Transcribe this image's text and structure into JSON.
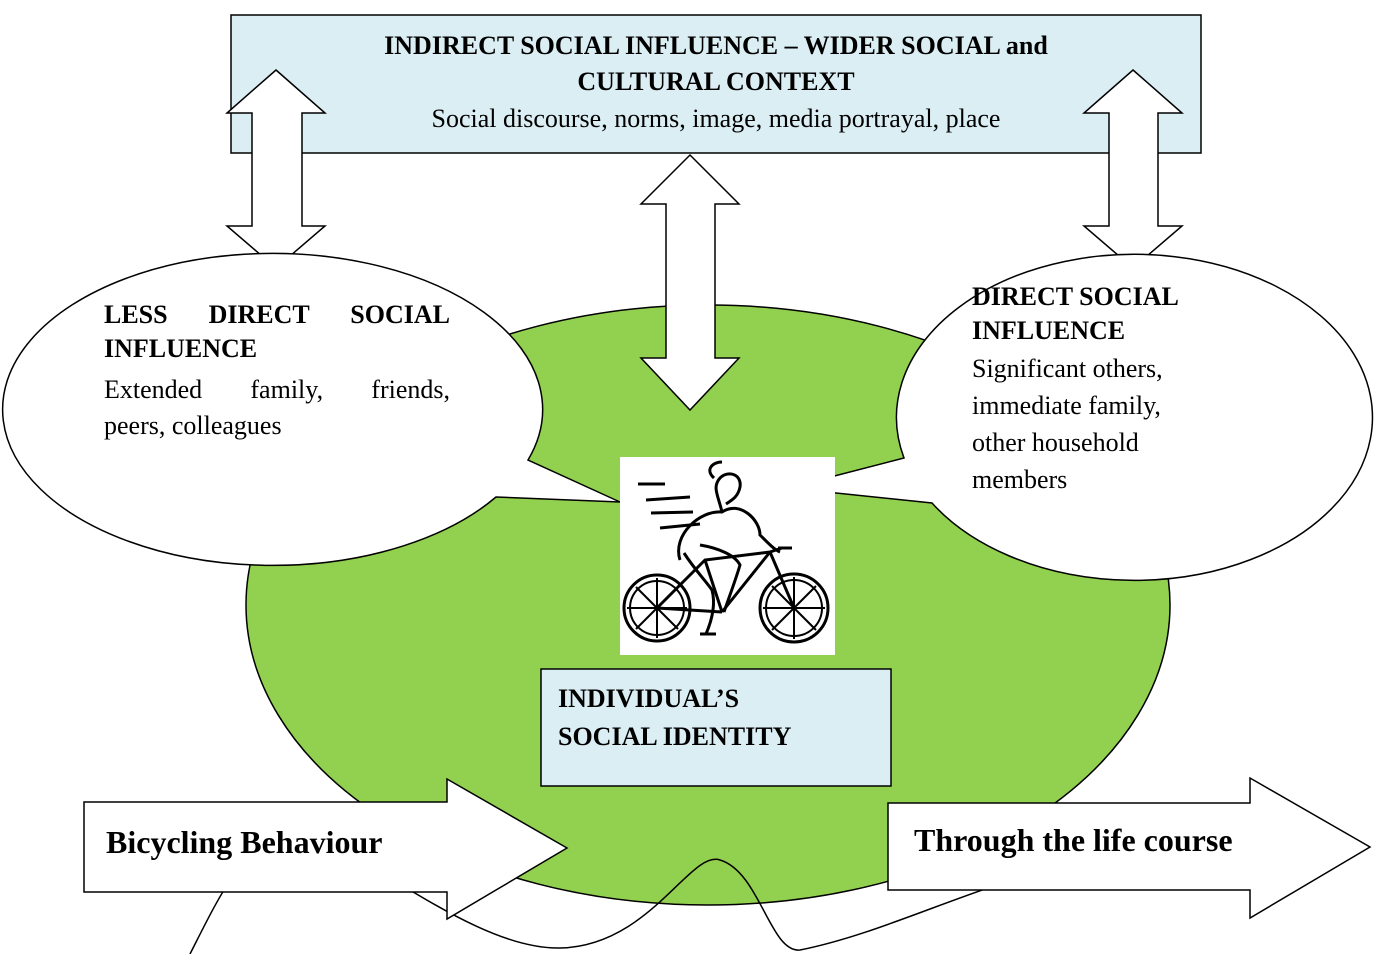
{
  "indirect_influence": {
    "title_line1": "INDIRECT SOCIAL INFLUENCE – WIDER SOCIAL and",
    "title_line2": "CULTURAL CONTEXT",
    "subtitle": "Social discourse, norms, image, media portrayal, place"
  },
  "less_direct_influence": {
    "title_line1": "LESS DIRECT SOCIAL",
    "title_line2": "INFLUENCE",
    "text_line1": "Extended family, friends,",
    "text_line2": "peers, colleagues"
  },
  "direct_influence": {
    "title_line1": "DIRECT SOCIAL",
    "title_line2": "INFLUENCE",
    "text_line1": "Significant others,",
    "text_line2": "immediate family,",
    "text_line3": "other household",
    "text_line4": "members"
  },
  "individual_identity": {
    "line1": "INDIVIDUAL’S",
    "line2": "SOCIAL IDENTITY"
  },
  "bicycling_behaviour_label": "Bicycling Behaviour",
  "life_course_label": "Through the life course",
  "colors": {
    "central_ellipse": "#92d050",
    "box_fill": "#dbeef4",
    "stroke": "#000000"
  },
  "icons": {
    "cyclist": "cyclist-clipart"
  }
}
